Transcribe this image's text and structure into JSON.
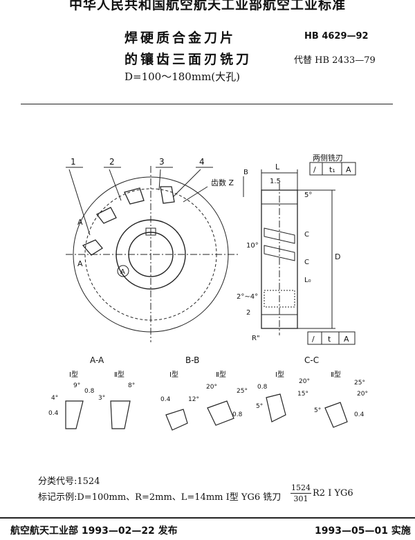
{
  "header": {
    "org": "中华人民共和国航空航天工业部航空工业标准",
    "title_line1": "焊硬质合金刀片",
    "title_line2": "的镶齿三面刃铣刀",
    "subtitle": "D=100～180mm(大孔)",
    "standard_no": "HB 4629—92",
    "replaces": "代替 HB 2433—79"
  },
  "drawing": {
    "callouts": [
      "1",
      "2",
      "3",
      "4"
    ],
    "teeth_label": "齿数 Z",
    "section_mark": "A",
    "detail_mark": "A",
    "side_labels": {
      "L": "L",
      "both_sides": "两侧铣刃",
      "B": "B",
      "dim_1_5": "1.5",
      "angle_5": "5°",
      "C": "C",
      "angle_10": "10°",
      "D": "D",
      "L0": "L₀",
      "angle_2_4": "2°~4°",
      "dim_2": "2",
      "R": "R\""
    },
    "tolerance_frame": [
      "/",
      "t",
      "A"
    ],
    "tolerance_frame_top": [
      "/",
      "t₁",
      "A"
    ]
  },
  "sections": {
    "AA": {
      "title": "A-A",
      "types": [
        "Ⅰ型",
        "Ⅱ型"
      ],
      "angles": [
        "9°",
        "4°",
        "8°",
        "3°"
      ],
      "rough": [
        "0.8",
        "0.4"
      ]
    },
    "BB": {
      "title": "B-B",
      "types": [
        "Ⅰ型",
        "Ⅱ型"
      ],
      "angles": [
        "12°",
        "20°",
        "25°"
      ],
      "rough": [
        "0.4",
        "0.8"
      ]
    },
    "CC": {
      "title": "C-C",
      "types": [
        "Ⅰ型",
        "Ⅱ型"
      ],
      "angles": [
        "20°",
        "15°",
        "5°",
        "25°",
        "20°",
        "5°"
      ],
      "rough": [
        "0.8",
        "0.4"
      ]
    }
  },
  "body": {
    "classification": "分类代号:1524",
    "example": "标记示例:D=100mm、R=2mm、L=14mm Ⅰ型 YG6 铣刀",
    "frac_num": "1524",
    "frac_den": "301",
    "frac_tail": "R2 Ⅰ YG6"
  },
  "footer": {
    "issued": "航空航天工业部 1993—02—22 发布",
    "effective": "1993—05—01 实施"
  }
}
